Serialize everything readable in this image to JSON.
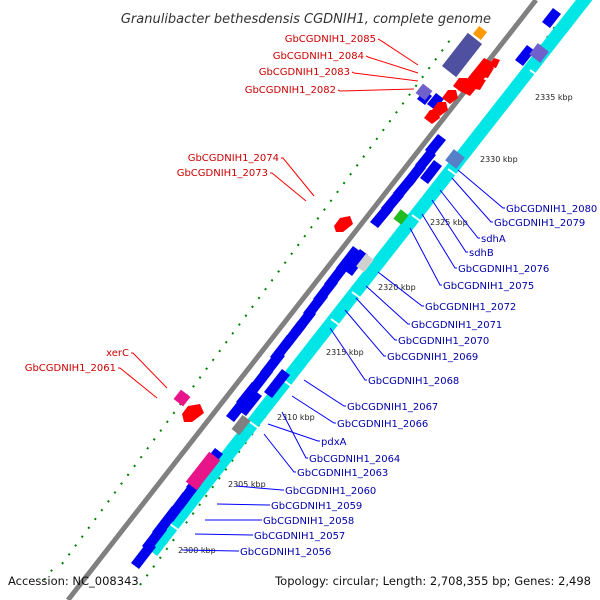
{
  "header": {
    "title": "Granulibacter bethesdensis CGDNIH1, complete genome"
  },
  "footer": {
    "accession": "Accession: NC_008343",
    "summary": "Topology: circular; Length: 2,708,355 bp; Genes: 2,498"
  },
  "colors": {
    "backbone": "#808080",
    "forward_gene": "#0000ee",
    "reverse_gene": "#ff0000",
    "rna_track": "#00e5e5",
    "tick": "#008000",
    "label_forward": "#0000aa",
    "label_reverse": "#cc0000",
    "leader_forward": "#0000ff",
    "leader_reverse": "#ff0000"
  },
  "kbp_labels": [
    "2335 kbp",
    "2330 kbp",
    "2325 kbp",
    "2320 kbp",
    "2315 kbp",
    "2310 kbp",
    "2305 kbp",
    "2300 kbp"
  ],
  "left_labels": [
    "GbCGDNIH1_2085",
    "GbCGDNIH1_2084",
    "GbCGDNIH1_2083",
    "GbCGDNIH1_2082",
    "GbCGDNIH1_2074",
    "GbCGDNIH1_2073",
    "xerC",
    "GbCGDNIH1_2061"
  ],
  "right_labels": [
    "GbCGDNIH1_2080",
    "GbCGDNIH1_2079",
    "sdhA",
    "sdhB",
    "GbCGDNIH1_2076",
    "GbCGDNIH1_2075",
    "GbCGDNIH1_2072",
    "GbCGDNIH1_2071",
    "GbCGDNIH1_2070",
    "GbCGDNIH1_2069",
    "GbCGDNIH1_2068",
    "GbCGDNIH1_2067",
    "GbCGDNIH1_2066",
    "pdxA",
    "GbCGDNIH1_2064",
    "GbCGDNIH1_2063",
    "GbCGDNIH1_2060",
    "GbCGDNIH1_2059",
    "GbCGDNIH1_2058",
    "GbCGDNIH1_2057",
    "GbCGDNIH1_2056"
  ]
}
